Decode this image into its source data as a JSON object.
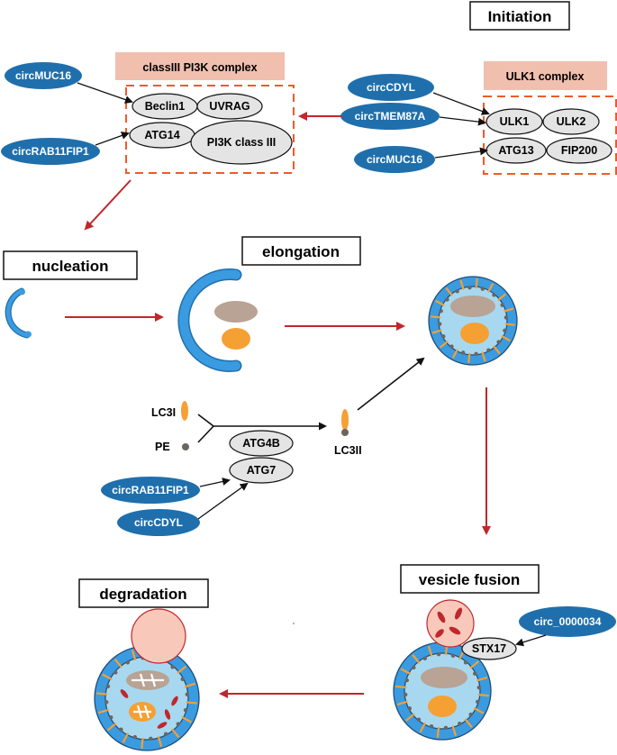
{
  "stages": {
    "initiation": "Initiation",
    "nucleation": "nucleation",
    "elongation": "elongation",
    "vesicle_fusion": "vesicle fusion",
    "degradation": "degradation"
  },
  "complexes": {
    "pi3k_title": "classIII PI3K complex",
    "ulk1_title": "ULK1 complex"
  },
  "proteins": {
    "beclin1": "Beclin1",
    "uvrag": "UVRAG",
    "atg14": "ATG14",
    "pi3k_class3": "PI3K class III",
    "ulk1": "ULK1",
    "ulk2": "ULK2",
    "atg13": "ATG13",
    "fip200": "FIP200",
    "atg4b": "ATG4B",
    "atg7": "ATG7",
    "stx17": "STX17"
  },
  "circrnas": {
    "pi3k_top": "circMUC16",
    "pi3k_bottom": "circRAB11FIP1",
    "ulk_top": "circCDYL",
    "ulk_mid": "circTMEM87A",
    "ulk_bottom": "circMUC16",
    "atg_top": "circRAB11FIP1",
    "atg_bottom": "circCDYL",
    "stx17": "circ_0000034"
  },
  "lc3": {
    "lc3i": "LC3I",
    "pe": "PE",
    "lc3ii": "LC3II"
  },
  "colors": {
    "circ_fill": "#1f6fad",
    "membrane": "#3b9be0",
    "lumen": "#a8d8f0",
    "protein_fill": "#e4e4e4",
    "complex_header": "#f0bfae",
    "dashed_box": "#f05a28",
    "red_arrow": "#c0272d",
    "orange": "#f5a033",
    "taupe": "#b8a394",
    "lysosome": "#f8c9ba",
    "dot_gray": "#6b6660"
  }
}
